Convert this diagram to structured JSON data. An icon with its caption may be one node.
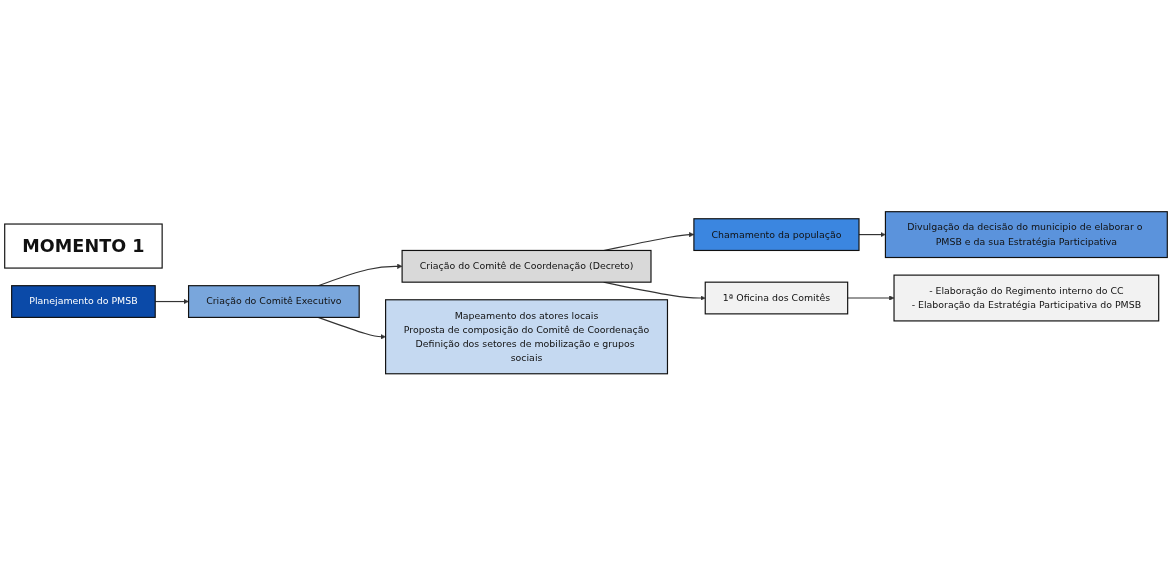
{
  "diagram": {
    "nodes": [
      {
        "text": [
          "MOMENTO 1"
        ]
      },
      {
        "text": [
          "Planejamento do PMSB"
        ]
      },
      {
        "text": [
          "Criação do Comitê Executivo"
        ]
      },
      {
        "text": [
          "Criação do Comitê de Coordenação (Decreto)"
        ]
      },
      {
        "text": [
          "Chamamento da população"
        ]
      },
      {
        "text": [
          "1ª Oficina dos Comitês"
        ]
      },
      {
        "text": [
          "- Elaboração do Regimento interno do CC",
          "- Elaboração da Estratégia Participativa do PMSB"
        ]
      },
      {
        "text": [
          "Mapeamento dos atores locais",
          "Proposta de composição do Comitê de Coordenação",
          "Definição dos setores de mobilização e grupos sociais"
        ]
      },
      {
        "text": [
          "Divulgação da decisão do municipio de elaborar o PMSB e da sua Estratégia Participativa"
        ]
      }
    ],
    "edges": [
      {
        "from": 1,
        "to": 2,
        "arrow": "to"
      },
      {
        "from": 2,
        "to": 3,
        "arrow": "to"
      },
      {
        "from": 3,
        "to": 4,
        "arrow": "to"
      },
      {
        "from": 3,
        "to": 5,
        "arrow": "to"
      },
      {
        "from": 5,
        "to": 6,
        "arrow": "to"
      },
      {
        "from": 2,
        "to": 7,
        "arrow": "to"
      },
      {
        "from": 4,
        "to": 8,
        "arrow": "to"
      }
    ]
  }
}
